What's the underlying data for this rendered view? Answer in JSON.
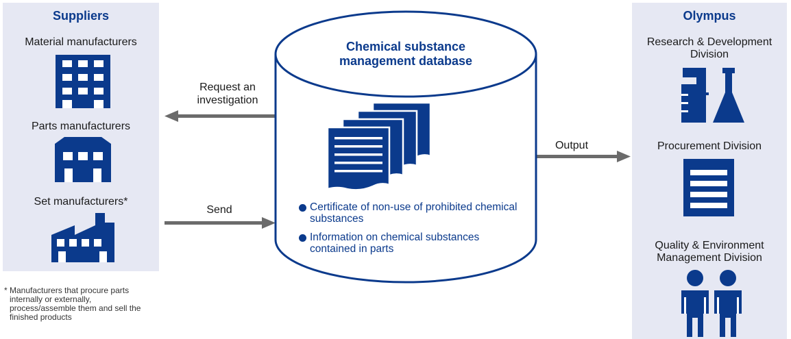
{
  "suppliers": {
    "title": "Suppliers",
    "groups": [
      {
        "label": "Material manufacturers",
        "icon": "office-building-icon"
      },
      {
        "label": "Parts manufacturers",
        "icon": "small-factory-icon"
      },
      {
        "label": "Set manufacturers*",
        "icon": "factory-with-chimneys-icon"
      }
    ],
    "footnote_mark": "*",
    "footnote": "Manufacturers that procure parts internally or externally, process/assemble them and sell the finished products"
  },
  "database": {
    "title_line1": "Chemical substance",
    "title_line2": "management database",
    "documents_icon": "stacked-documents-icon",
    "bullets": [
      "Certificate of non-use of prohibited chemical substances",
      "Information on chemical substances contained in parts"
    ]
  },
  "arrows": {
    "request_line1": "Request an",
    "request_line2": "investigation",
    "send": "Send",
    "output": "Output"
  },
  "olympus": {
    "title": "Olympus",
    "divisions": [
      {
        "label_line1": "Research & Development",
        "label_line2": "Division",
        "icon": "lab-beakers-icon"
      },
      {
        "label_line1": "Procurement Division",
        "label_line2": "",
        "icon": "document-list-icon"
      },
      {
        "label_line1": "Quality & Environment",
        "label_line2": "Management Division",
        "icon": "two-people-icon"
      }
    ]
  },
  "colors": {
    "brand_blue": "#0b3a8c",
    "panel_bg": "#e6e8f3",
    "arrow_gray": "#6b6b6b"
  }
}
